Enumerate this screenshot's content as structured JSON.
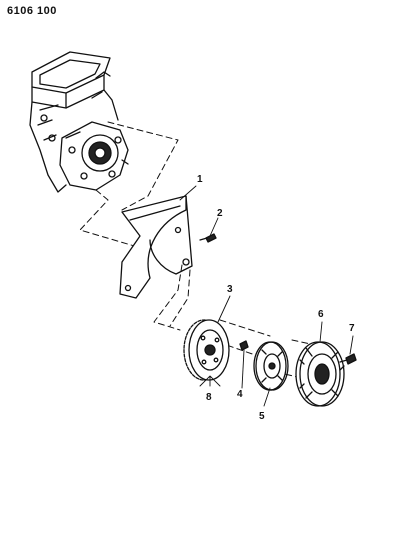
{
  "header": {
    "doc_code": "6106 100"
  },
  "callouts": [
    {
      "id": "1",
      "label": "1",
      "part": "flywheel-housing-cover"
    },
    {
      "id": "2",
      "label": "2",
      "part": "cover-bolt"
    },
    {
      "id": "3",
      "label": "3",
      "part": "flywheel"
    },
    {
      "id": "4",
      "label": "4",
      "part": "pilot-bearing-bolt"
    },
    {
      "id": "5",
      "label": "5",
      "part": "clutch-disc"
    },
    {
      "id": "6",
      "label": "6",
      "part": "pressure-plate"
    },
    {
      "id": "7",
      "label": "7",
      "part": "pressure-plate-bolt"
    },
    {
      "id": "8",
      "label": "8",
      "part": "flywheel-bolts"
    }
  ],
  "colors": {
    "ink": "#111111",
    "paper": "#ffffff"
  }
}
